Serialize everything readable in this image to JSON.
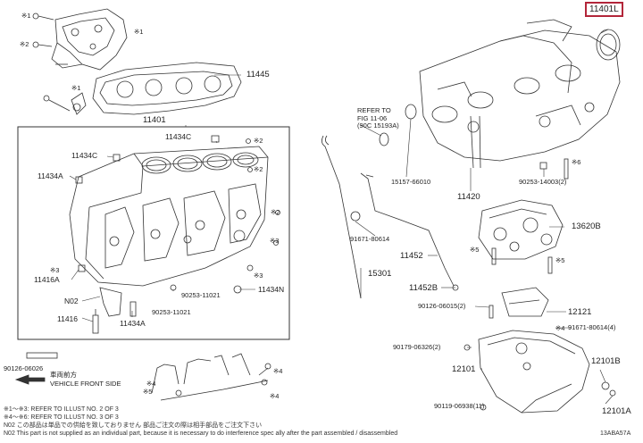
{
  "highlighted_part": "11401L",
  "labels": {
    "p11445": "11445",
    "p11401": "11401",
    "p11434C_a": "11434C",
    "p11434C_b": "11434C",
    "p11434A_a": "11434A",
    "p11416A": "11416A",
    "pN02": "N02",
    "p11416": "11416",
    "p90253_11021a": "90253-11021",
    "p11434N": "11434N",
    "p90253_11021b": "90253-11021",
    "p11434A_b": "11434A",
    "p90126_06026": "90126-06026",
    "p15157": "15157-66010",
    "p11420": "11420",
    "p90253_14003": "90253-14003(2)",
    "p13620B": "13620B",
    "p91671_80614a": "91671-80614",
    "p11452": "11452",
    "p15301": "15301",
    "p11452B": "11452B",
    "p90126_06015": "90126-06015(2)",
    "p12121": "12121",
    "p91671_80614b": "91671-80614(4)",
    "p90179_06326": "90179-06326(2)",
    "p12101": "12101",
    "p12101B": "12101B",
    "p90119_06938": "90119-06938(11)",
    "p12101A": "12101A"
  },
  "refer": {
    "line1": "REFER TO",
    "line2": "FIG 11-06",
    "line3": "(90C 15193A)"
  },
  "markers": {
    "x1": "※1",
    "x2": "※2",
    "x3": "※3",
    "x4": "※4",
    "x5": "※5",
    "x6": "※6"
  },
  "vehicle_front": {
    "jp": "車両前方",
    "en": "VEHICLE FRONT SIDE"
  },
  "notes": {
    "n1": "※1～※3: REFER TO ILLUST NO. 2 OF 3",
    "n2": "※4～※6: REFER TO ILLUST NO. 3 OF 3",
    "n3": "N02 この部品は単品での供給を致しておりません 部品ご注文の際は相手部品をご注文下さい",
    "n4": "N02  This part is not supplied as an individual part, because it is necessary to do interference spec ally after the part assembled / disassembled",
    "code": "13ABA57A"
  }
}
